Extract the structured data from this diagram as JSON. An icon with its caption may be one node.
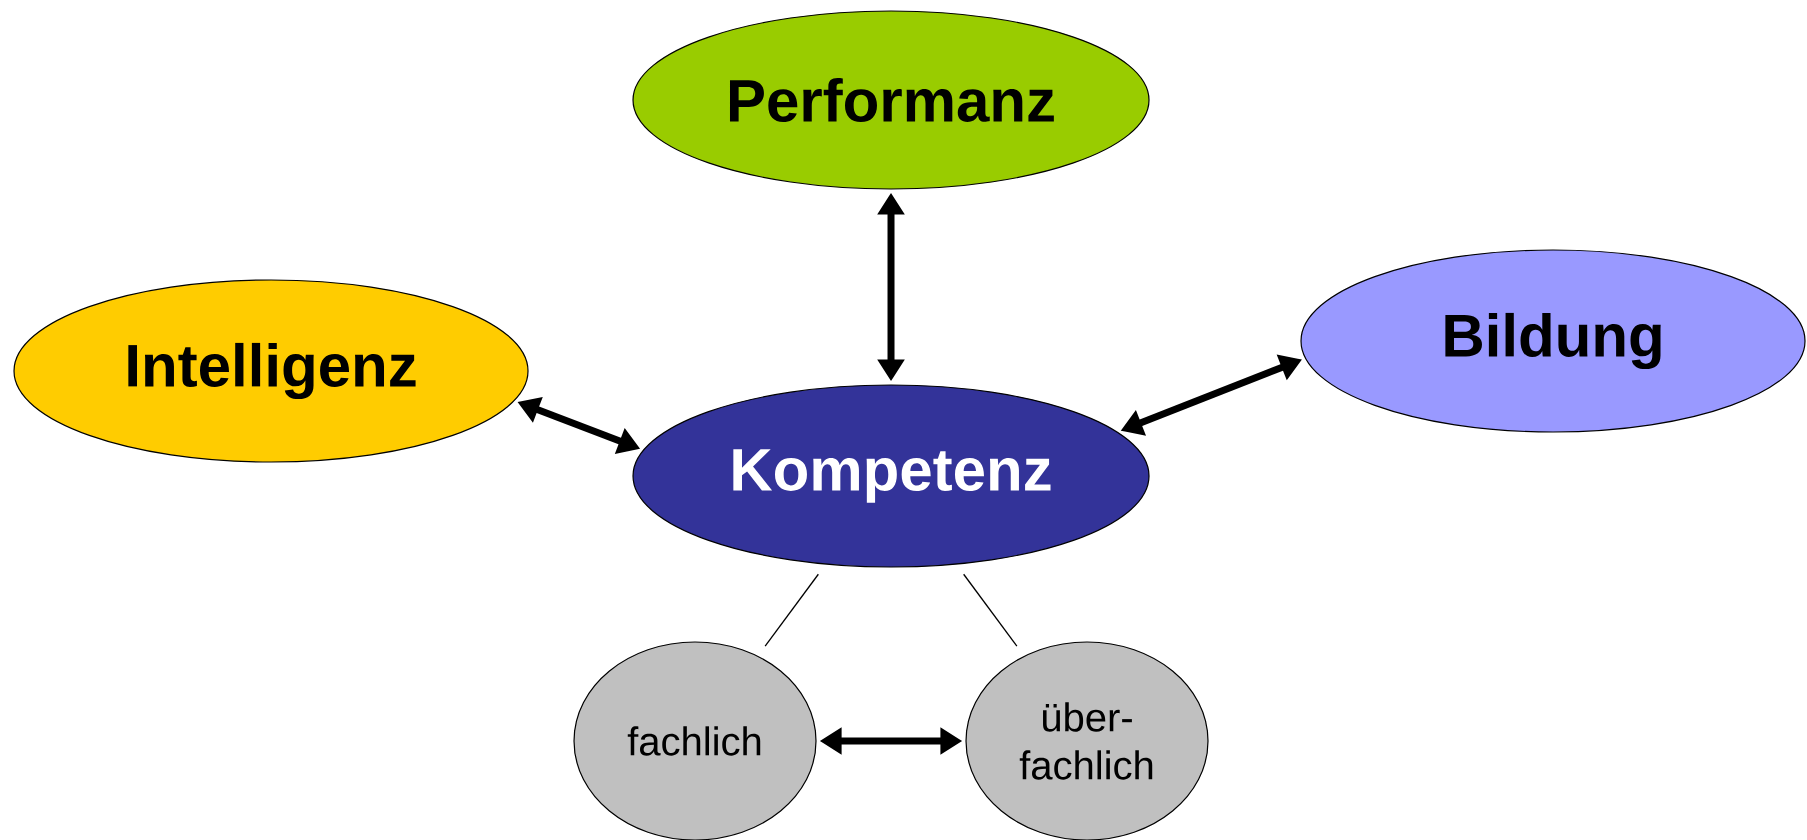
{
  "diagram": {
    "nodes": [
      {
        "text": [
          "Performanz"
        ]
      },
      {
        "text": [
          "Intelligenz"
        ]
      },
      {
        "text": [
          "Bildung"
        ]
      },
      {
        "text": [
          "Kompetenz"
        ]
      },
      {
        "text": [
          "fachlich"
        ]
      },
      {
        "text": [
          "über- fachlich"
        ]
      }
    ],
    "edges": [
      {
        "from": 3,
        "to": 0,
        "arrow": "both"
      },
      {
        "from": 1,
        "to": 3,
        "arrow": "both"
      },
      {
        "from": 3,
        "to": 2,
        "arrow": "both"
      },
      {
        "from": 3,
        "to": 4,
        "arrow": "none"
      },
      {
        "from": 3,
        "to": 5,
        "arrow": "none"
      },
      {
        "from": 4,
        "to": 5,
        "arrow": "both"
      }
    ]
  }
}
